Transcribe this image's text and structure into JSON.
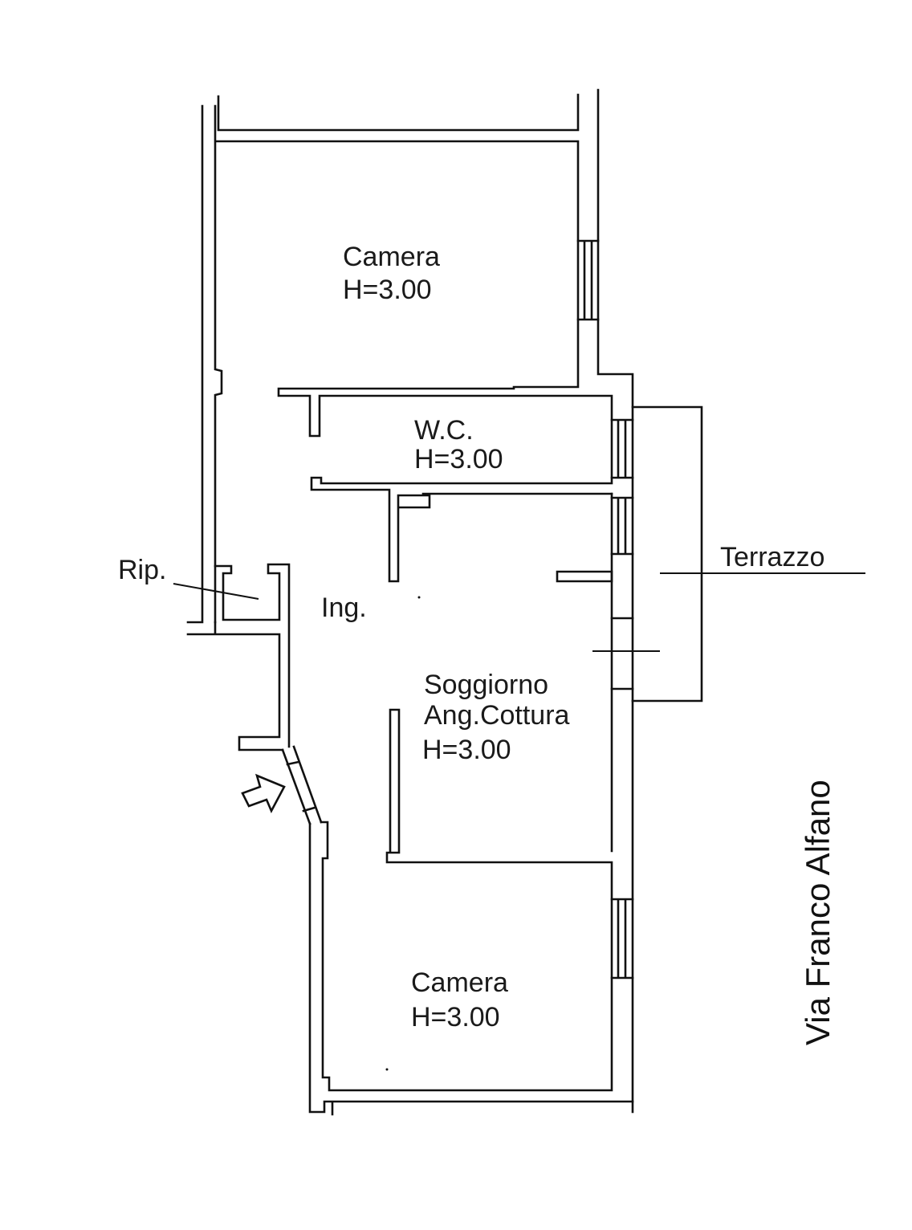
{
  "rooms": {
    "camera_top": {
      "name": "Camera",
      "height": "H=3.00"
    },
    "wc": {
      "name": "W.C.",
      "height": "H=3.00"
    },
    "soggiorno": {
      "name": "Soggiorno",
      "sub": "Ang.Cottura",
      "height": "H=3.00"
    },
    "camera_bottom": {
      "name": "Camera",
      "height": "H=3.00"
    }
  },
  "labels": {
    "ripostiglio": "Rip.",
    "ingresso": "Ing.",
    "terrazzo": "Terrazzo",
    "street": "Via Franco Alfano"
  },
  "icons": {
    "entrance": "entrance-arrow-icon"
  },
  "colors": {
    "line": "#111111",
    "background": "#ffffff"
  }
}
